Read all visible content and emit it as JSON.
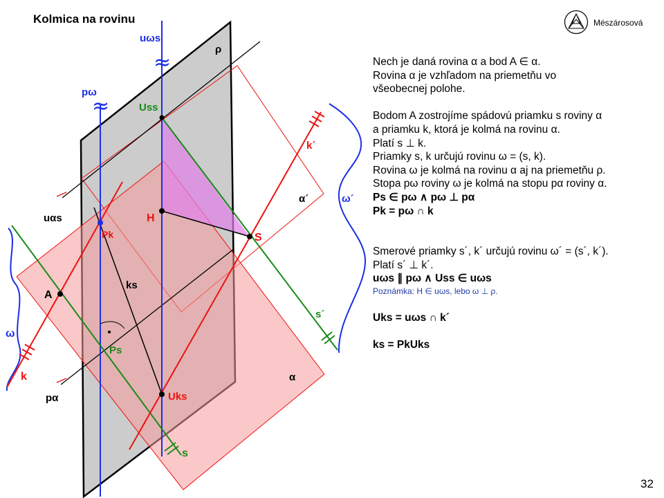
{
  "header": {
    "title": "Kolmica na rovinu",
    "author": "Mészárosová",
    "page_number": "32"
  },
  "diagram": {
    "labels": {
      "u_omega_s": "uωs",
      "rho": "ρ",
      "p_omega": "pω",
      "U_s_s": "Uss",
      "k_prime": "k´",
      "alpha_prime": "α´",
      "omega_prime": "ω´",
      "u_alpha_s": "uαs",
      "H": "H",
      "P_k": "Pk",
      "S": "S",
      "k_s": "ks",
      "A": "A",
      "s_prime": "s´",
      "omega": "ω",
      "P_s": "Ps",
      "k": "k",
      "alpha": "α",
      "p_alpha": "pα",
      "U_k_s": "Uks",
      "s": "s"
    },
    "colors": {
      "blue": "#1a2ee6",
      "red": "#ee1111",
      "green": "#1a8a1a",
      "rho_fill": "#c6c6c6",
      "alpha_fill": "#f59a9a",
      "triangle_fill": "#e080e8"
    }
  },
  "explanation": [
    "Nech je daná rovina α a bod A ∈ α.",
    "Rovina α je vzhľadom na priemetňu vo",
    "všeobecnej polohe.",
    "",
    "Bodom A zostrojíme spádovú priamku s roviny α",
    "a priamku k, ktorá je kolmá na rovinu α.",
    "Platí s ⊥ k.",
    "Priamky s, k určujú rovinu ω = (s, k).",
    "Rovina ω je kolmá na rovinu α aj na priemetňu ρ.",
    "Stopa pω roviny ω je kolmá na stopu pα roviny α.",
    "Ps ∈ pω ∧ pω ⊥ pα",
    "Pk = pω ∩ k",
    "",
    "",
    "Smerové priamky s´, k´ určujú rovinu ω´ = (s´, k´).",
    "Platí s´ ⊥ k´.",
    "uωs ∥ pω ∧ Uss ∈ uωs",
    "Poznámka: H ∈ uωs, lebo ω ⊥ ρ.",
    "",
    "Uks = uωs ∩ k´",
    "",
    "ks = PkUks"
  ]
}
